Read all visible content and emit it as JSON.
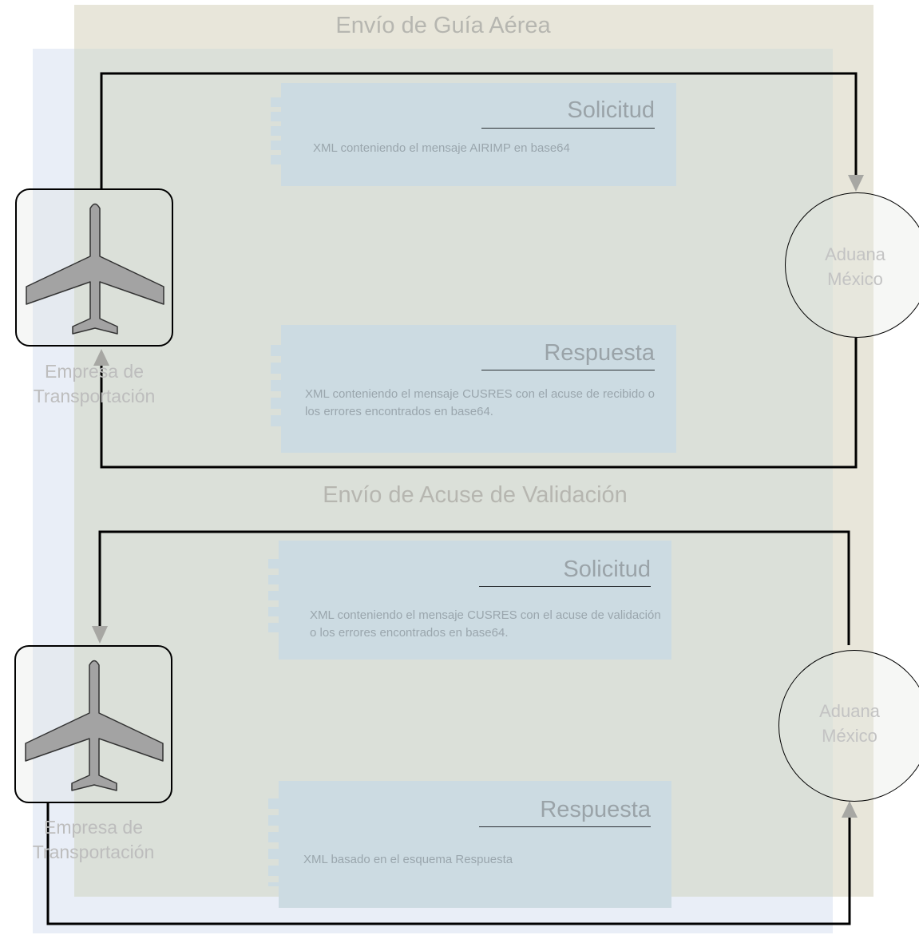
{
  "sections": [
    {
      "title": "Envío de Guía Aérea",
      "request": {
        "title": "Solicitud",
        "text": "XML conteniendo el mensaje AIRIMP en base64"
      },
      "response": {
        "title": "Respuesta",
        "text": "XML conteniendo el mensaje CUSRES con el acuse de recibido o los errores encontrados en base64."
      },
      "company_label": [
        "Empresa de",
        "Transportación"
      ],
      "customs_label": [
        "Aduana",
        "México"
      ]
    },
    {
      "title": "Envío de Acuse de Validación",
      "request": {
        "title": "Solicitud",
        "text": "XML conteniendo el mensaje CUSRES con el acuse de validación o los errores encontrados en base64."
      },
      "response": {
        "title": "Respuesta",
        "text": "XML basado en el esquema Respuesta"
      },
      "company_label": [
        "Empresa de",
        "Transportación"
      ],
      "customs_label": [
        "Aduana",
        "México"
      ]
    }
  ],
  "icons": {
    "company": "airplane-icon",
    "customs": "circle-node"
  },
  "colors": {
    "olive_panel": "#e8e6da",
    "blue_panel": "#e9eef7",
    "overlap_panel": "#dbe0d9",
    "card": "#ccdbe2",
    "line": "#000000",
    "arrowhead": "#a7a7a3",
    "plane": "#a3a3a3"
  }
}
